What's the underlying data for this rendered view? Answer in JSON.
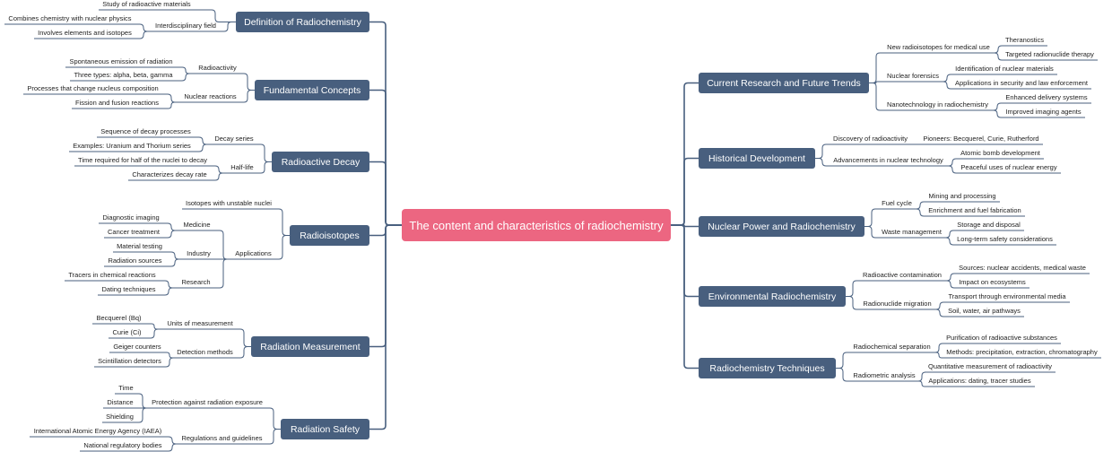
{
  "root": "The content and characteristics of radiochemistry",
  "branches": {
    "definition": {
      "title": "Definition of Radiochemistry",
      "study": "Study of radioactive materials",
      "interdisciplinary": "Interdisciplinary field",
      "combines": "Combines chemistry with nuclear physics",
      "involves": "Involves elements and isotopes"
    },
    "fundamental": {
      "title": "Fundamental Concepts",
      "radioactivity": "Radioactivity",
      "spontaneous": "Spontaneous emission of radiation",
      "three_types": "Three types: alpha, beta, gamma",
      "nuclear_reactions": "Nuclear reactions",
      "processes": "Processes that change nucleus composition",
      "fission": "Fission and fusion reactions"
    },
    "decay": {
      "title": "Radioactive Decay",
      "decay_series": "Decay series",
      "sequence": "Sequence of decay processes",
      "examples": "Examples: Uranium and Thorium series",
      "half_life": "Half-life",
      "time_required": "Time required for half of the nuclei to decay",
      "characterizes": "Characterizes decay rate"
    },
    "radioisotopes": {
      "title": "Radioisotopes",
      "unstable": "Isotopes with unstable nuclei",
      "applications": "Applications",
      "medicine": "Medicine",
      "diagnostic": "Diagnostic imaging",
      "cancer": "Cancer treatment",
      "industry": "Industry",
      "material": "Material testing",
      "sources": "Radiation sources",
      "research": "Research",
      "tracers": "Tracers in chemical reactions",
      "dating": "Dating techniques"
    },
    "measurement": {
      "title": "Radiation Measurement",
      "units": "Units of measurement",
      "becquerel": "Becquerel (Bq)",
      "curie": "Curie (Ci)",
      "detection": "Detection methods",
      "geiger": "Geiger counters",
      "scintillation": "Scintillation detectors"
    },
    "safety": {
      "title": "Radiation Safety",
      "protection": "Protection against radiation exposure",
      "time": "Time",
      "distance": "Distance",
      "shielding": "Shielding",
      "regulations": "Regulations and guidelines",
      "iaea": "International Atomic Energy Agency (IAEA)",
      "national": "National regulatory bodies"
    },
    "current": {
      "title": "Current Research and Future Trends",
      "new_radioisotopes": "New radioisotopes for medical use",
      "theranostics": "Theranostics",
      "targeted": "Targeted radionuclide therapy",
      "forensics": "Nuclear forensics",
      "identification": "Identification of nuclear materials",
      "security": "Applications in security and law enforcement",
      "nanotech": "Nanotechnology in radiochemistry",
      "enhanced": "Enhanced delivery systems",
      "imaging": "Improved imaging agents"
    },
    "historical": {
      "title": "Historical Development",
      "discovery": "Discovery of radioactivity",
      "pioneers": "Pioneers: Becquerel, Curie, Rutherford",
      "advancements": "Advancements in nuclear technology",
      "bomb": "Atomic bomb development",
      "peaceful": "Peaceful uses of nuclear energy"
    },
    "power": {
      "title": "Nuclear Power and Radiochemistry",
      "fuel_cycle": "Fuel cycle",
      "mining": "Mining and processing",
      "enrichment": "Enrichment and fuel fabrication",
      "waste": "Waste management",
      "storage": "Storage and disposal",
      "longterm": "Long-term safety considerations"
    },
    "environmental": {
      "title": "Environmental Radiochemistry",
      "contamination": "Radioactive contamination",
      "sources": "Sources: nuclear accidents, medical waste",
      "impact": "Impact on ecosystems",
      "migration": "Radionuclide migration",
      "transport": "Transport through environmental media",
      "pathways": "Soil, water, air pathways"
    },
    "techniques": {
      "title": "Radiochemistry Techniques",
      "separation": "Radiochemical separation",
      "purification": "Purification of radioactive substances",
      "methods": "Methods: precipitation, extraction, chromatography",
      "radiometric": "Radiometric analysis",
      "quantitative": "Quantitative measurement of radioactivity",
      "applications": "Applications: dating, tracer studies"
    }
  },
  "colors": {
    "root": "#ec6681",
    "main": "#485f7e",
    "link": "#485f7e"
  }
}
